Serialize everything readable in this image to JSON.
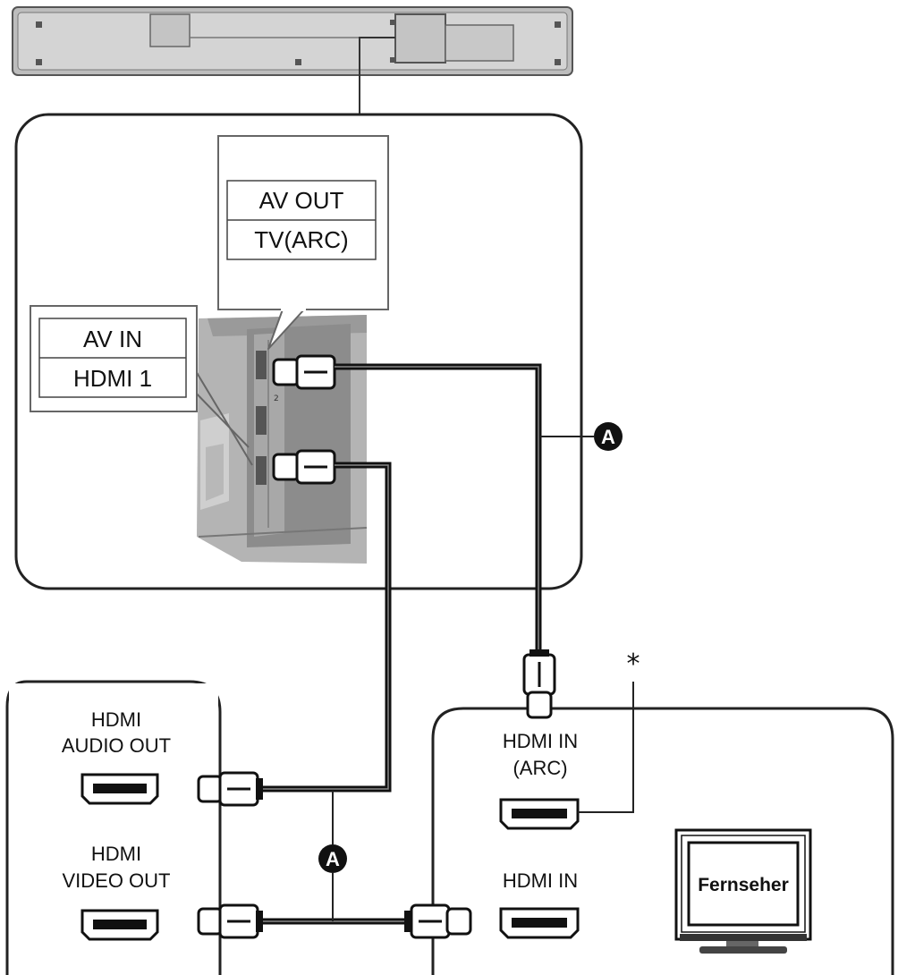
{
  "callouts": {
    "av_out": "AV OUT",
    "tv_arc": "TV(ARC)",
    "av_in": "AV IN",
    "hdmi_1": "HDMI 1"
  },
  "cable_marker": "A",
  "player": {
    "audio_out_line1": "HDMI",
    "audio_out_line2": "AUDIO OUT",
    "video_out_line1": "HDMI",
    "video_out_line2": "VIDEO OUT"
  },
  "tv": {
    "hdmi_in_arc_line1": "HDMI IN",
    "hdmi_in_arc_line2": "(ARC)",
    "hdmi_in": "HDMI IN",
    "screen_label": "Fernseher",
    "footnote_mark": "*"
  }
}
